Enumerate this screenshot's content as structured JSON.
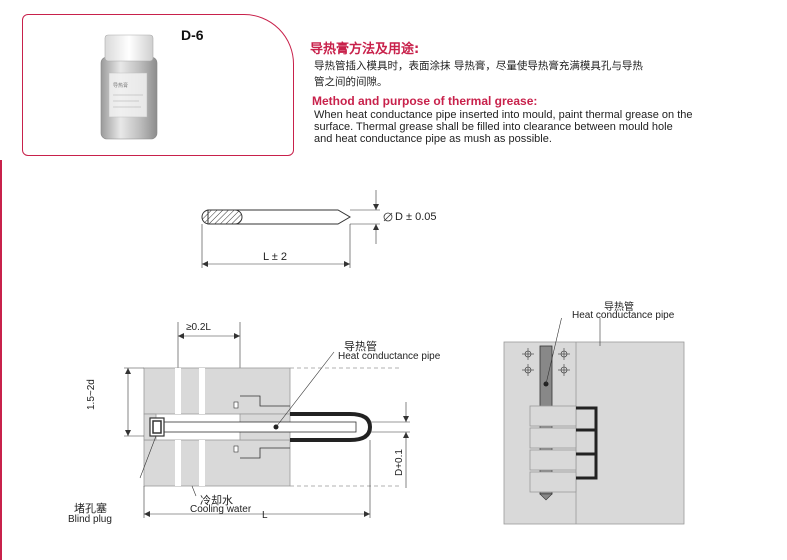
{
  "product": {
    "code": "D-6",
    "bottle_label": "导热膏"
  },
  "description": {
    "heading_cn": "导热膏方法及用途:",
    "body_cn": "导热管插入模具时，表面涂抹 导热膏，尽量使导热膏充满模具孔与导热管之间的间隙。",
    "heading_en": "Method and purpose of thermal grease:",
    "body_en": "When heat conductance pipe inserted into mould, paint thermal grease on the surface. Thermal grease shall be filled into clearance between mould hole and heat conductance pipe as mush as possible."
  },
  "pipe_diagram": {
    "diameter_label": "D ± 0.05",
    "length_label": "L ± 2"
  },
  "mould_diagram": {
    "min_length_label": "≥0.2L",
    "pipe_label_cn": "导热管",
    "pipe_label_en": "Heat conductance pipe",
    "depth_label": "1.5~2d",
    "hole_label": "D+0.1",
    "plug_label_cn": "堵孔塞",
    "plug_label_en": "Blind plug",
    "water_label_cn": "冷却水",
    "water_label_en": "Cooling water",
    "length_label": "L"
  },
  "side_diagram": {
    "pipe_label_cn": "导热管",
    "pipe_label_en": "Heat conductance pipe"
  },
  "colors": {
    "accent": "#c8214b",
    "card_border": "#c8214b",
    "mould_fill": "#d9d9d9",
    "line": "#333333"
  }
}
